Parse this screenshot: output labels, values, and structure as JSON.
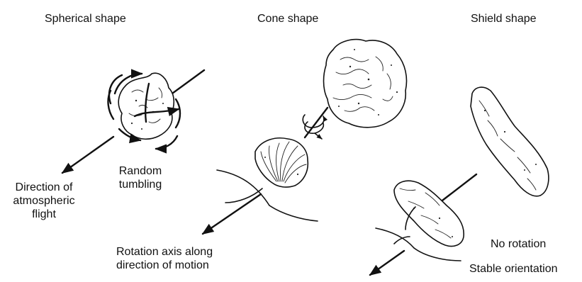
{
  "headings": {
    "spherical": "Spherical shape",
    "cone": "Cone shape",
    "shield": "Shield shape"
  },
  "labels": {
    "random_line1": "Random",
    "random_line2": "tumbling",
    "direction_line1": "Direction of",
    "direction_line2": "atmospheric",
    "direction_line3": "flight",
    "rotation_line1": "Rotation axis along",
    "rotation_line2": "direction of motion",
    "no_rotation": "No rotation",
    "stable": "Stable orientation"
  }
}
